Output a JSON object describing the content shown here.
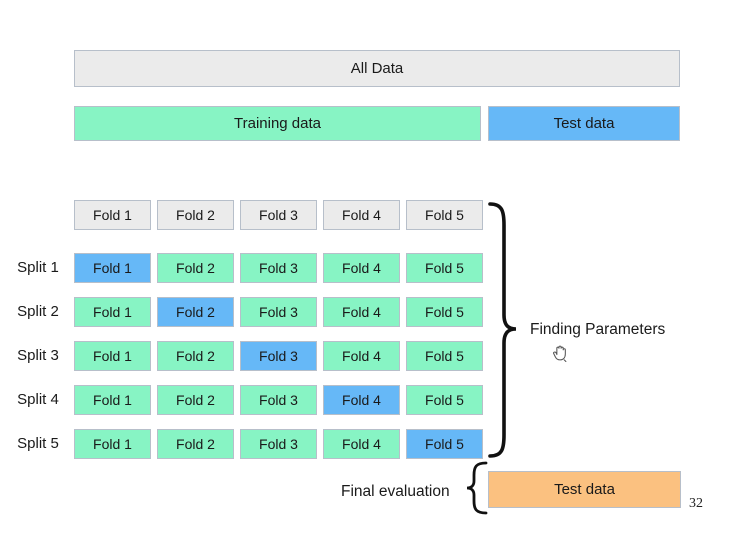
{
  "page": {
    "number": "32"
  },
  "colors": {
    "gray": "#ebebeb",
    "green": "#87f4c4",
    "blue": "#66b8f7",
    "orange": "#fbc180",
    "border": "#b7bfca"
  },
  "top_bars": {
    "all_data": "All Data",
    "training": "Training data",
    "test": "Test data"
  },
  "cv_grid": {
    "fold_headers": [
      "Fold 1",
      "Fold 2",
      "Fold 3",
      "Fold 4",
      "Fold 5"
    ],
    "splits": [
      {
        "label": "Split 1",
        "folds": [
          "Fold 1",
          "Fold 2",
          "Fold 3",
          "Fold 4",
          "Fold 5"
        ],
        "test_fold_index": 0
      },
      {
        "label": "Split 2",
        "folds": [
          "Fold 1",
          "Fold 2",
          "Fold 3",
          "Fold 4",
          "Fold 5"
        ],
        "test_fold_index": 1
      },
      {
        "label": "Split 3",
        "folds": [
          "Fold 1",
          "Fold 2",
          "Fold 3",
          "Fold 4",
          "Fold 5"
        ],
        "test_fold_index": 2
      },
      {
        "label": "Split 4",
        "folds": [
          "Fold 1",
          "Fold 2",
          "Fold 3",
          "Fold 4",
          "Fold 5"
        ],
        "test_fold_index": 3
      },
      {
        "label": "Split 5",
        "folds": [
          "Fold 1",
          "Fold 2",
          "Fold 3",
          "Fold 4",
          "Fold 5"
        ],
        "test_fold_index": 4
      }
    ],
    "annotation": {
      "label": "Finding Parameters",
      "icon": "hand-cursor-icon"
    }
  },
  "final_evaluation": {
    "label": "Final evaluation",
    "box_label": "Test data"
  }
}
